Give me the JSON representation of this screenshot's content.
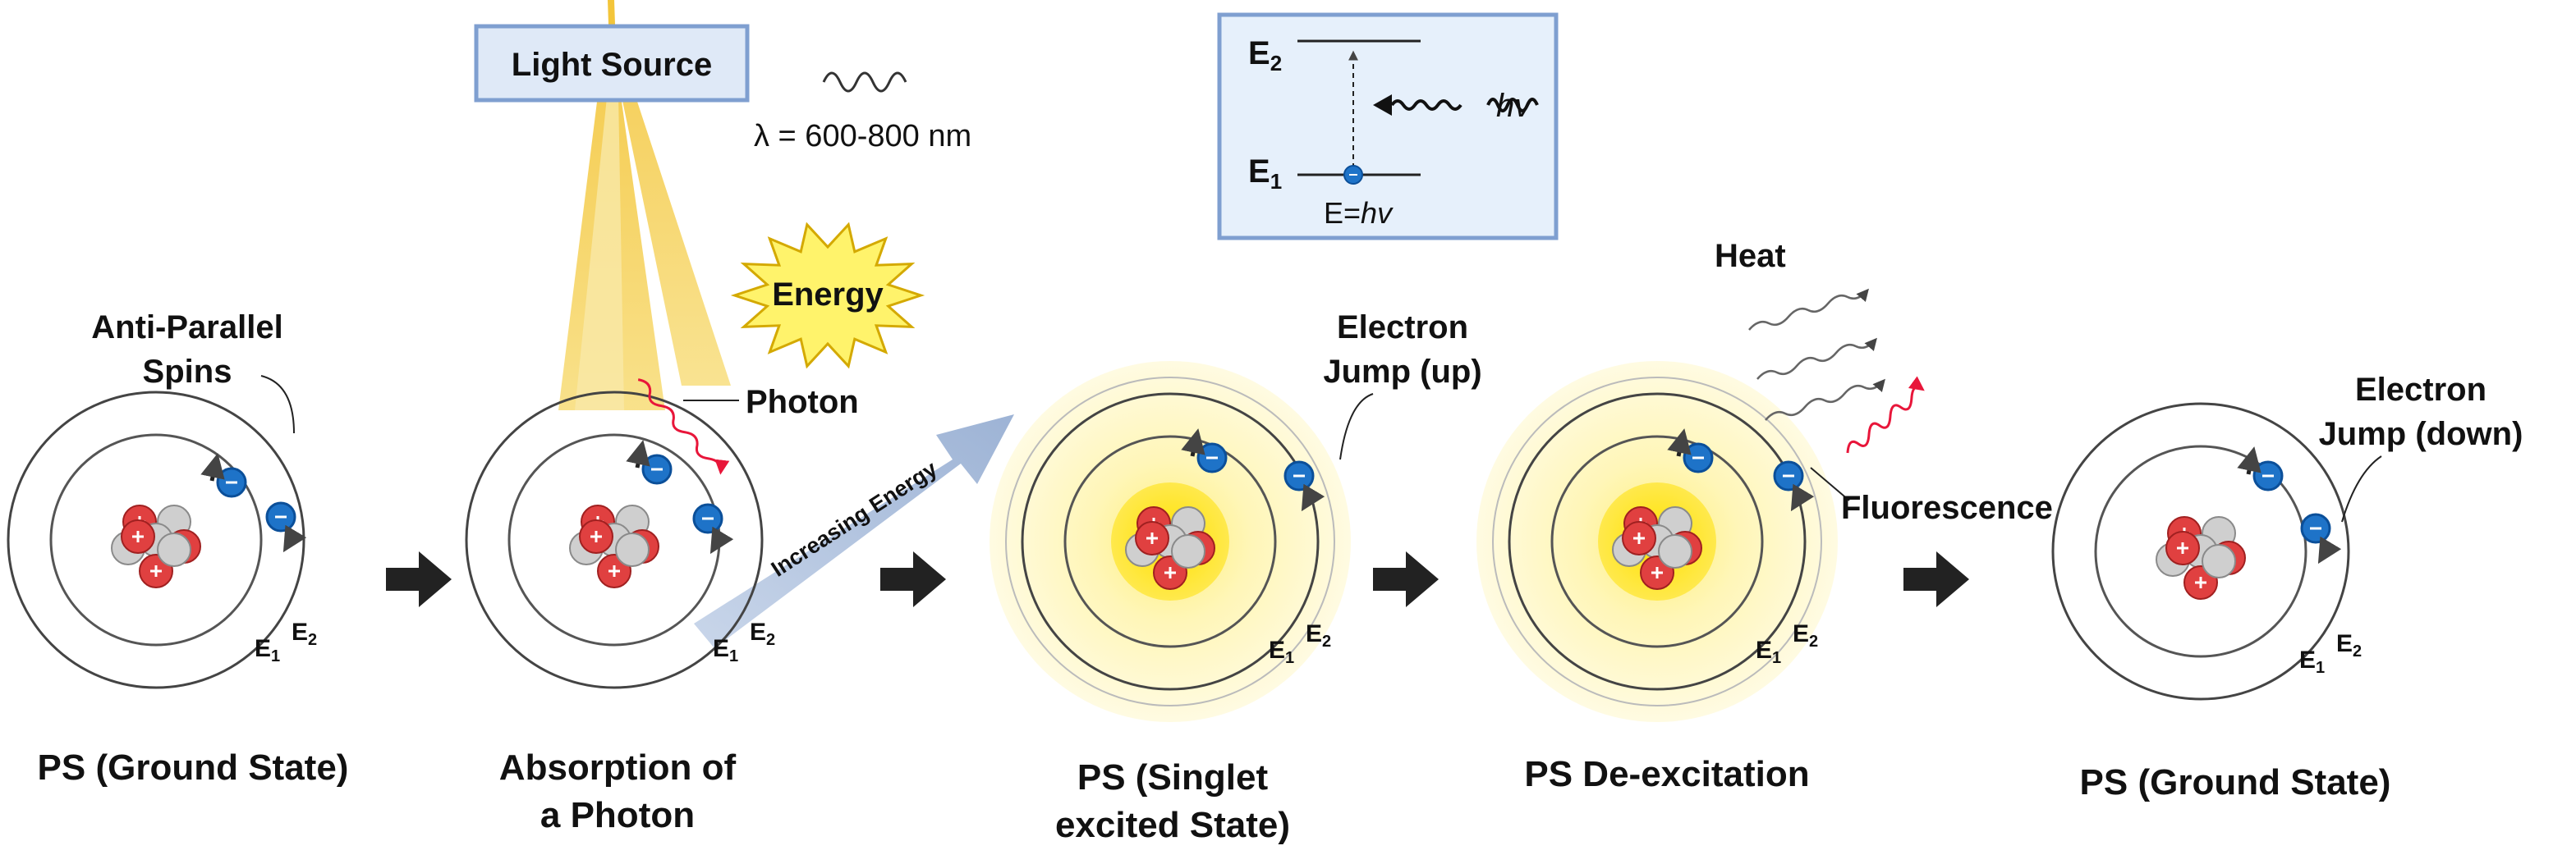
{
  "light_source": {
    "label": "Light Source",
    "wavelength": "λ = 600-800 nm"
  },
  "energy_burst": "Energy",
  "photon_label": "Photon",
  "increasing_energy": "Increasing Energy",
  "energy_diagram": {
    "upper_level": "E",
    "upper_sub": "2",
    "lower_level": "E",
    "lower_sub": "1",
    "photon": "hv",
    "equation_prefix": "E=",
    "equation_hv": "hv"
  },
  "annotations": {
    "anti_parallel": [
      "Anti-Parallel",
      "Spins"
    ],
    "electron_jump_up": [
      "Electron",
      "Jump (up)"
    ],
    "heat": "Heat",
    "fluorescence": "Fluorescence",
    "electron_jump_down": [
      "Electron",
      "Jump (down)"
    ]
  },
  "orbit_labels": {
    "inner": "E",
    "inner_sub": "1",
    "outer": "E",
    "outer_sub": "2"
  },
  "stages": [
    {
      "caption": [
        "PS (Ground State)"
      ]
    },
    {
      "caption": [
        "Absorption of",
        "a Photon"
      ]
    },
    {
      "caption": [
        "PS (Singlet",
        "excited State)"
      ]
    },
    {
      "caption": [
        "PS De-excitation"
      ]
    },
    {
      "caption": [
        "PS (Ground State)"
      ]
    }
  ],
  "colors": {
    "proton": "#e04040",
    "neutron": "#cfcfcf",
    "electron": "#1e73c8",
    "glow": "#fff3a8",
    "panel": "#e6f0fb",
    "panel_border": "#7f9fd0",
    "beam": "#f5c842",
    "arrow": "#222222"
  }
}
